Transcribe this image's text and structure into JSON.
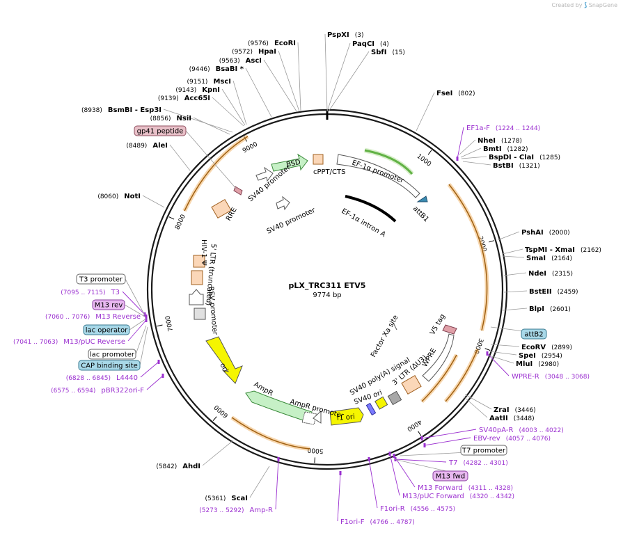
{
  "branding": {
    "created_by": "Created by",
    "product": "SnapGene"
  },
  "plasmid": {
    "name": "pLX_TRC311 ETV5",
    "length_label": "9774 bp",
    "length": 9774
  },
  "ticks": [
    {
      "pos": 1000,
      "label": "1000"
    },
    {
      "pos": 2000,
      "label": "2000"
    },
    {
      "pos": 3000,
      "label": "3000"
    },
    {
      "pos": 4000,
      "label": "4000"
    },
    {
      "pos": 5000,
      "label": "5000"
    },
    {
      "pos": 6000,
      "label": "6000"
    },
    {
      "pos": 7000,
      "label": "7000"
    },
    {
      "pos": 8000,
      "label": "8000"
    },
    {
      "pos": 9000,
      "label": "9000"
    }
  ],
  "sites": [
    {
      "name": "PspXI",
      "pos": "(3)"
    },
    {
      "name": "PaqCI",
      "pos": "(4)"
    },
    {
      "name": "SbfI",
      "pos": "(15)"
    },
    {
      "name": "FseI",
      "pos": "(802)"
    },
    {
      "name": "NheI",
      "pos": "(1278)"
    },
    {
      "name": "BmtI",
      "pos": "(1282)"
    },
    {
      "name": "BspDI",
      "pos": "",
      "suffix": " - ClaI",
      "pos2": "(1285)"
    },
    {
      "name": "BstBI",
      "pos": "(1321)"
    },
    {
      "name": "PshAI",
      "pos": "(2000)"
    },
    {
      "name": "TspMI",
      "pos": "",
      "suffix": " - XmaI",
      "pos2": "(2162)"
    },
    {
      "name": "SmaI",
      "pos": "(2164)"
    },
    {
      "name": "NdeI",
      "pos": "(2315)"
    },
    {
      "name": "BstEII",
      "pos": "(2459)"
    },
    {
      "name": "BlpI",
      "pos": "(2601)"
    },
    {
      "name": "EcoRV",
      "pos": "(2899)"
    },
    {
      "name": "SpeI",
      "pos": "(2954)"
    },
    {
      "name": "MluI",
      "pos": "(2980)"
    },
    {
      "name": "ZraI",
      "pos": "(3446)"
    },
    {
      "name": "AatII",
      "pos": "(3448)"
    },
    {
      "name": "AhdI",
      "pos": "(5842)"
    },
    {
      "name": "ScaI",
      "pos": "(5361)"
    },
    {
      "name": "NotI",
      "pos": "(8060)"
    },
    {
      "name": "AleI",
      "pos": "(8489)"
    },
    {
      "name": "NsiI",
      "pos": "(8856)"
    },
    {
      "name": "BsmBI",
      "pos": "(8938)",
      "suffix": " - Esp3I"
    },
    {
      "name": "Acc65I",
      "pos": "(9139)"
    },
    {
      "name": "KpnI",
      "pos": "(9143)"
    },
    {
      "name": "MscI",
      "pos": "(9151)"
    },
    {
      "name": "BsaBI",
      "pos": "(9446)",
      "suffix": " *"
    },
    {
      "name": "AscI",
      "pos": "(9563)"
    },
    {
      "name": "HpaI",
      "pos": "(9572)"
    },
    {
      "name": "EcoRI",
      "pos": "(9576)"
    }
  ],
  "primers": [
    {
      "name": "EF1a-F",
      "range": "(1224 .. 1244)"
    },
    {
      "name": "WPRE-R",
      "range": "(3048 .. 3068)"
    },
    {
      "name": "SV40pA-R",
      "range": "(4003 .. 4022)"
    },
    {
      "name": "EBV-rev",
      "range": "(4057 .. 4076)"
    },
    {
      "name": "T7",
      "range": "(4282 .. 4301)"
    },
    {
      "name": "M13 Forward",
      "range": "(4311 .. 4328)"
    },
    {
      "name": "M13/pUC Forward",
      "range": "(4320 .. 4342)"
    },
    {
      "name": "F1ori-R",
      "range": "(4556 .. 4575)"
    },
    {
      "name": "F1ori-F",
      "range": "(4766 .. 4787)"
    },
    {
      "name": "Amp-R",
      "range": "(5273 .. 5292)"
    },
    {
      "name": "pBR322ori-F",
      "range": "(6575 .. 6594)"
    },
    {
      "name": "L4440",
      "range": "(6828 .. 6845)"
    },
    {
      "name": "M13/pUC Reverse",
      "range": "(7041 .. 7063)"
    },
    {
      "name": "M13 Reverse",
      "range": "(7060 .. 7076)"
    },
    {
      "name": "T3",
      "range": "(7095 .. 7115)"
    }
  ],
  "boxed_labels": [
    {
      "text": "attB2"
    },
    {
      "text": "T7 promoter"
    },
    {
      "text": "M13 fwd"
    },
    {
      "text": "CAP binding site"
    },
    {
      "text": "lac promoter"
    },
    {
      "text": "lac operator"
    },
    {
      "text": "M13 rev"
    },
    {
      "text": "T3 promoter"
    },
    {
      "text": "gp41 peptide"
    }
  ],
  "features": [
    {
      "text": "BSD"
    },
    {
      "text": "cPPT/CTS"
    },
    {
      "text": "EF-1α promoter"
    },
    {
      "text": "attB1"
    },
    {
      "text": "EF-1α intron A"
    },
    {
      "text": "SV40 promoter"
    },
    {
      "text": "SV40 promoter"
    },
    {
      "text": "RRE"
    },
    {
      "text": "HIV-1 Ψ"
    },
    {
      "text": "5' LTR (truncated)"
    },
    {
      "text": "RSV promoter"
    },
    {
      "text": "ori"
    },
    {
      "text": "AmpR"
    },
    {
      "text": "AmpR promoter"
    },
    {
      "text": "f1 ori"
    },
    {
      "text": "SV40 ori"
    },
    {
      "text": "SV40 poly(A) signal"
    },
    {
      "text": "3' LTR (ΔU3)"
    },
    {
      "text": "WPRE"
    },
    {
      "text": "V5 tag"
    },
    {
      "text": "Factor Xa site"
    }
  ]
}
